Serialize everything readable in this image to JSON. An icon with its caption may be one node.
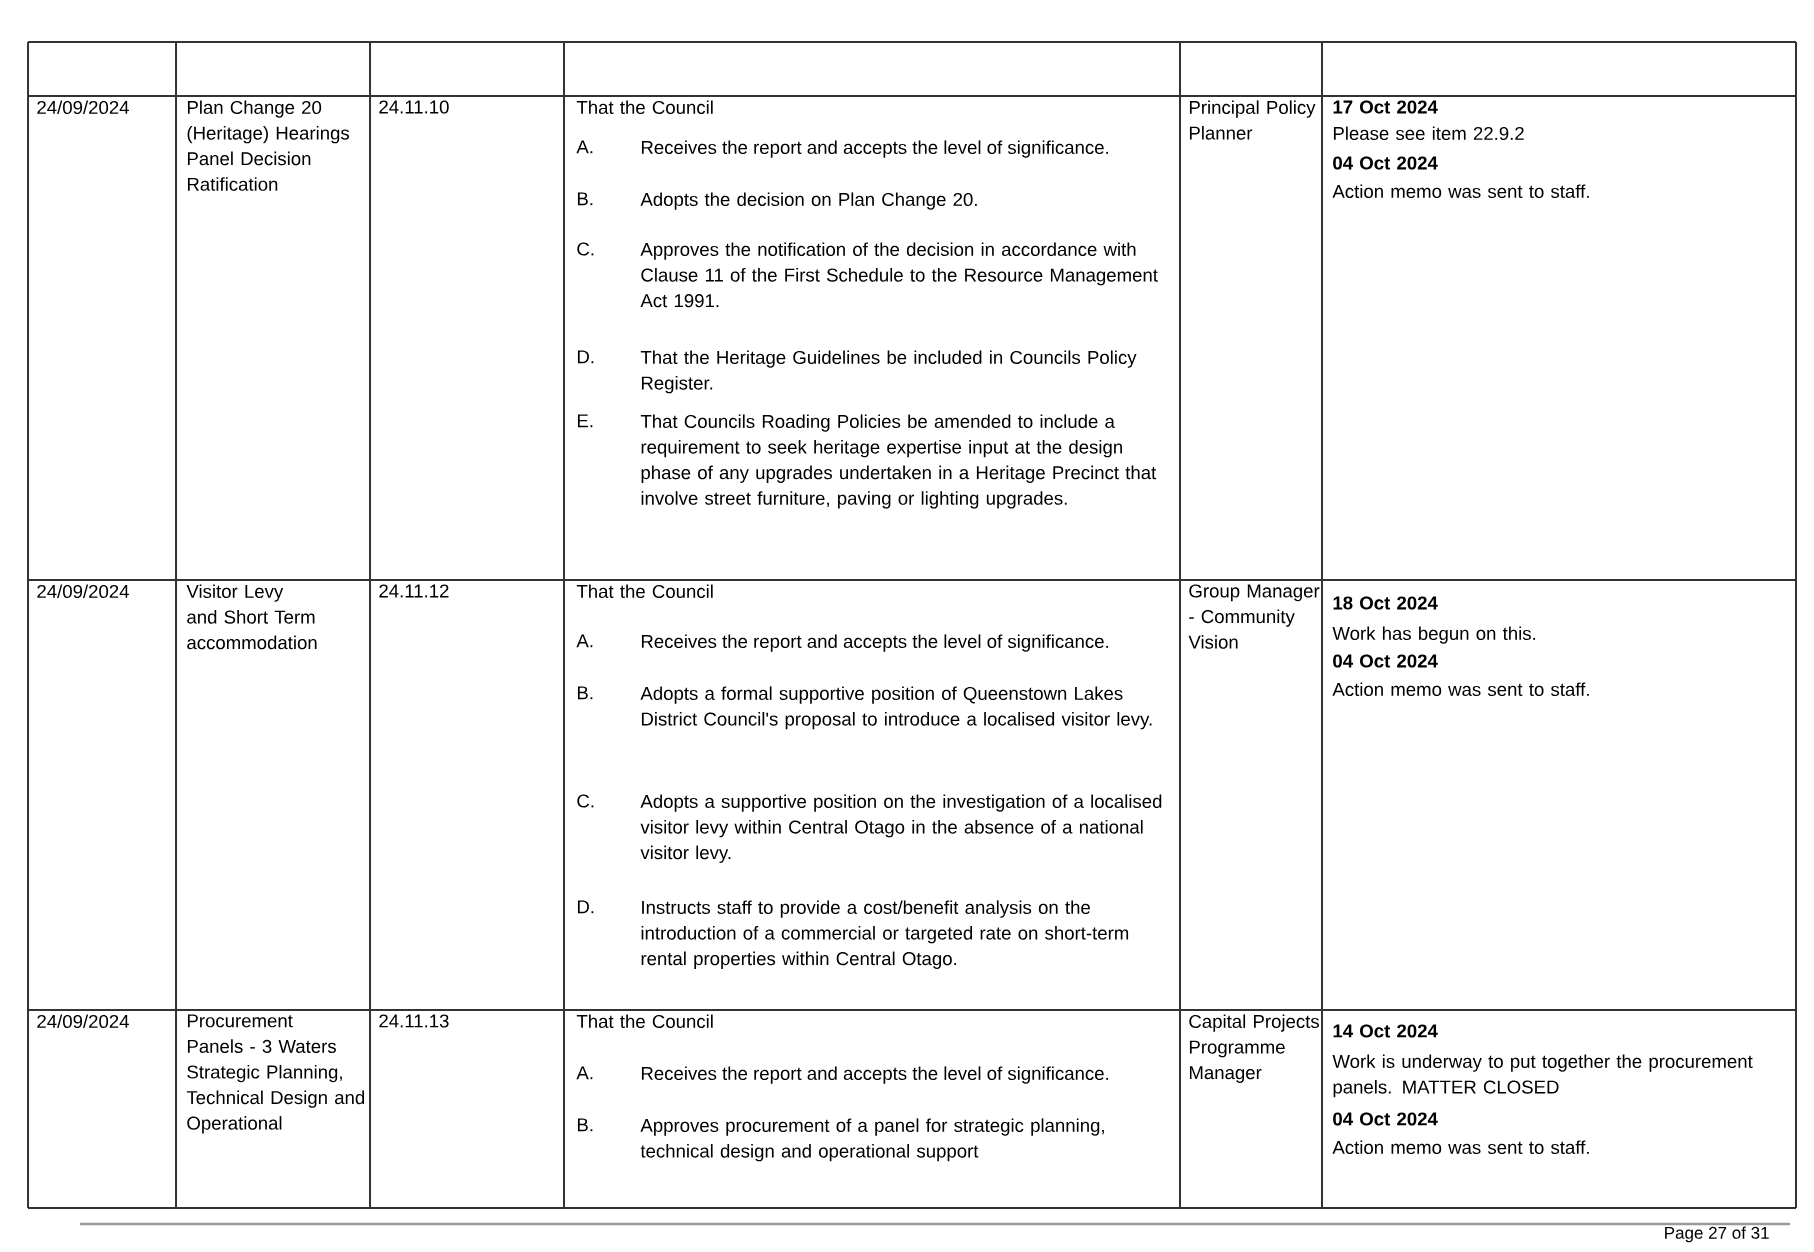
{
  "diagram": {
    "labels": [
      "24/09/2024",
      "Plan Change 20 (Heritage) Hearings Panel Decision Ratification",
      "24.11.10",
      "That the Council",
      "A.",
      "Receives the report and accepts the level of significance.",
      "B.",
      "Adopts the decision on Plan Change 20.",
      "C.",
      "Approves the notification of the decision in accordance with Clause 11 of the First Schedule to the Resource Management Act 1991.",
      "D.",
      "That the Heritage Guidelines be included in Councils Policy Register.",
      "E.",
      "That Councils Roading Policies be amended to include a requirement to seek heritage expertise input at the design phase of any upgrades undertaken in a Heritage Precinct that involve street furniture, paving or lighting upgrades.",
      "Principal Policy Planner",
      "17 Oct 2024",
      "Please see item 22.9.2",
      "04 Oct 2024",
      "Action memo was sent to staff.",
      "24/09/2024",
      "Visitor Levy and Short Term accommodation",
      "24.11.12",
      "That the Council",
      "A.",
      "Receives the report and accepts the level of significance.",
      "B.",
      "Adopts a formal supportive position of Queenstown Lakes District Council's proposal to introduce a localised visitor levy.",
      "C.",
      "Adopts a supportive position on the investigation of a localised visitor levy within Central Otago in the absence of a national visitor levy.",
      "D.",
      "Instructs staff to provide a cost/benefit analysis on the introduction of a commercial or targeted rate on short-term rental properties within Central Otago.",
      "Group Manager - Community Vision",
      "18 Oct 2024",
      "Work has begun on this.",
      "04 Oct 2024",
      "Action memo was sent to staff.",
      "24/09/2024",
      "Procurement Panels - 3 Waters Strategic Planning, Technical Design and Operational",
      "24.11.13",
      "That the Council",
      "A.",
      "Receives the report and accepts the level of significance.",
      "B.",
      "Approves procurement of a panel for strategic planning, technical design and operational support",
      "Capital Projects Programme Manager",
      "14 Oct 2024",
      "Work is underway to put together the procurement panels. MATTER CLOSED",
      "04 Oct 2024",
      "Action memo was sent to staff.",
      "Page 27 of 31"
    ]
  }
}
